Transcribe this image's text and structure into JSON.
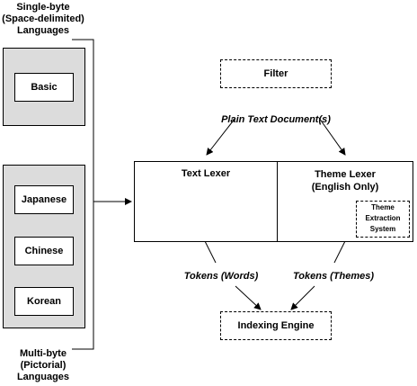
{
  "single_byte_label": [
    "Single-byte",
    "(Space-delimited)",
    "Languages"
  ],
  "multi_byte_label": [
    "Multi-byte",
    "(Pictorial)",
    "Languages"
  ],
  "single_byte_languages": [
    "Basic"
  ],
  "multi_byte_languages": [
    "Japanese",
    "Chinese",
    "Korean"
  ],
  "filter": "Filter",
  "plain_text_edge": "Plain Text Document(s)",
  "text_lexer": "Text Lexer",
  "theme_lexer": [
    "Theme Lexer",
    "(English Only)"
  ],
  "theme_extraction": [
    "Theme",
    "Extraction",
    "System"
  ],
  "tokens_words": "Tokens (Words)",
  "tokens_themes": "Tokens (Themes)",
  "indexing_engine": "Indexing Engine"
}
